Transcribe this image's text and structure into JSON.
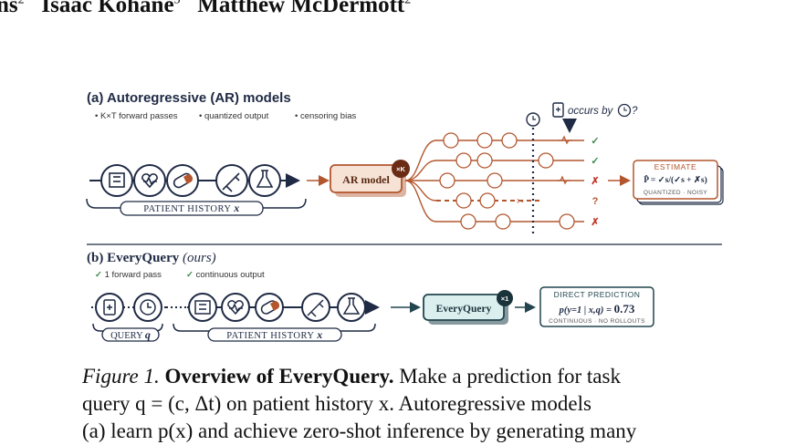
{
  "header": {
    "authors": [
      {
        "name": "ns",
        "sup": "2"
      },
      {
        "name": "Isaac Kohane",
        "sup": "3"
      },
      {
        "name": "Matthew McDermott",
        "sup": "2"
      }
    ]
  },
  "panel_a": {
    "label": "(a)",
    "title": "Autoregressive (AR) models",
    "bullets": [
      "K×T forward passes",
      "quantized output",
      "censoring bias"
    ],
    "model_label": "AR model",
    "model_badge": "×K",
    "history_label": "PATIENT HISTORY",
    "history_var": "x",
    "occurs_by": "occurs by",
    "occurs_q": "?",
    "outcomes": [
      "✓",
      "✓",
      "✗",
      "?",
      "✗"
    ],
    "estimate": {
      "title": "ESTIMATE",
      "formula": "P̂ = ✓s/(✓s + ✗s)",
      "sub": "QUANTIZED · NOISY"
    }
  },
  "panel_b": {
    "label": "(b)",
    "title": "EveryQuery",
    "title_suffix": "(ours)",
    "bullets": [
      "1 forward pass",
      "continuous output"
    ],
    "model_label": "EveryQuery",
    "model_badge": "×1",
    "query_label": "QUERY",
    "query_var": "q",
    "history_label": "PATIENT HISTORY",
    "history_var": "x",
    "prediction": {
      "title": "DIRECT PREDICTION",
      "formula": "p(y=1 | x,q) = ",
      "value": "0.73",
      "sub": "CONTINUOUS · NO ROLLOUTS"
    }
  },
  "colors": {
    "ar_accent": "#b3562e",
    "ar_fill": "#f6e3d6",
    "eq_accent": "#22454f",
    "eq_fill": "#dcefef",
    "check": "#3d8a4f",
    "cross": "#c0392b",
    "navy": "#1f2a44"
  },
  "caption": {
    "figure_label": "Figure 1.",
    "title": "Overview of EveryQuery.",
    "line1_rest": "Make a prediction for task",
    "line2": "query q = (c, Δt) on patient history x. Autoregressive models",
    "line3": "(a) learn p(x) and achieve zero-shot inference by generating many"
  }
}
